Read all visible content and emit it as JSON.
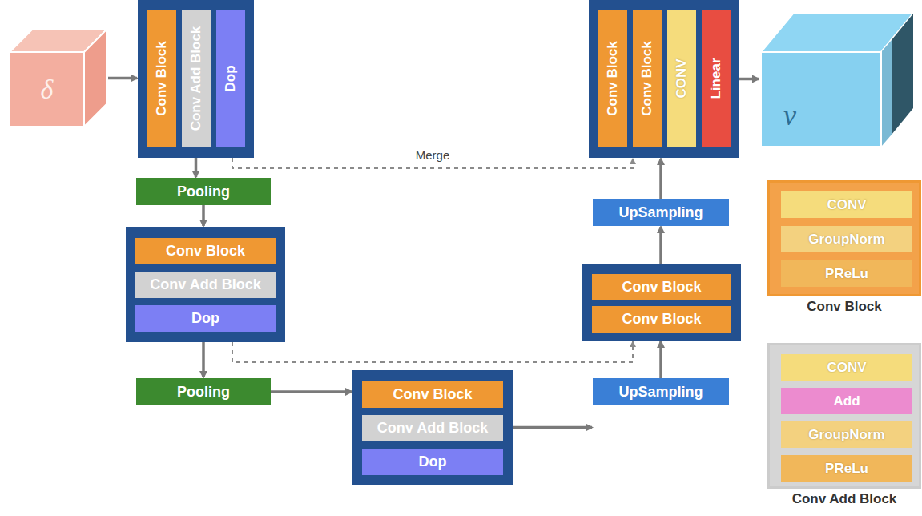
{
  "diagram": {
    "nodes": [
      {
        "text": [
          "δ"
        ]
      },
      {
        "text": []
      },
      {
        "text": [
          "Conv Block"
        ],
        "in": 1
      },
      {
        "text": [
          "Conv Add Block"
        ],
        "in": 1
      },
      {
        "text": [
          "Dop"
        ],
        "in": 1
      },
      {
        "text": []
      },
      {
        "text": [
          "Conv Block"
        ],
        "in": 5
      },
      {
        "text": [
          "Conv Block"
        ],
        "in": 5
      },
      {
        "text": [
          "CONV"
        ],
        "in": 5
      },
      {
        "text": [
          "Linear"
        ],
        "in": 5
      },
      {
        "text": [
          "v"
        ]
      },
      {
        "text": [
          "Pooling"
        ]
      },
      {
        "text": [
          "UpSampling"
        ]
      },
      {
        "text": []
      },
      {
        "text": [
          "Conv Block"
        ],
        "in": 13
      },
      {
        "text": [
          "Conv Add Block"
        ],
        "in": 13
      },
      {
        "text": [
          "Dop"
        ],
        "in": 13
      },
      {
        "text": []
      },
      {
        "text": [
          "Conv Block"
        ],
        "in": 17
      },
      {
        "text": [
          "Conv Block"
        ],
        "in": 17
      },
      {
        "text": [
          "Conv Block"
        ]
      },
      {
        "text": [
          "CONV"
        ],
        "in": 20
      },
      {
        "text": [
          "GroupNorm"
        ],
        "in": 20
      },
      {
        "text": [
          "PReLu"
        ],
        "in": 20
      },
      {
        "text": [
          "Pooling"
        ]
      },
      {
        "text": [
          "UpSampling"
        ]
      },
      {
        "text": []
      },
      {
        "text": [
          "Conv Block"
        ],
        "in": 26
      },
      {
        "text": [
          "Conv Add Block"
        ],
        "in": 26
      },
      {
        "text": [
          "Dop"
        ],
        "in": 26
      },
      {
        "text": [
          "Conv Add Block"
        ]
      },
      {
        "text": [
          "CONV"
        ],
        "in": 30
      },
      {
        "text": [
          "Add"
        ],
        "in": 30
      },
      {
        "text": [
          "GroupNorm"
        ],
        "in": 30
      },
      {
        "text": [
          "PReLu"
        ],
        "in": 30
      }
    ],
    "edges": [
      {
        "from": 0,
        "to": 1,
        "arrow": "to"
      },
      {
        "from": 1,
        "to": 11,
        "arrow": "to"
      },
      {
        "from": 11,
        "to": 13,
        "arrow": "to"
      },
      {
        "from": 13,
        "to": 24,
        "arrow": "to"
      },
      {
        "from": 24,
        "to": 26,
        "arrow": "to"
      },
      {
        "from": 26,
        "to": 25,
        "arrow": "to"
      },
      {
        "from": 25,
        "to": 17,
        "arrow": "to"
      },
      {
        "from": 17,
        "to": 12,
        "arrow": "to"
      },
      {
        "from": 12,
        "to": 5,
        "arrow": "to"
      },
      {
        "from": 5,
        "to": 10,
        "arrow": "to"
      },
      {
        "from": 1,
        "to": 5,
        "label": "Merge",
        "arrow": "to"
      },
      {
        "from": 13,
        "to": 17,
        "arrow": "to"
      }
    ]
  }
}
